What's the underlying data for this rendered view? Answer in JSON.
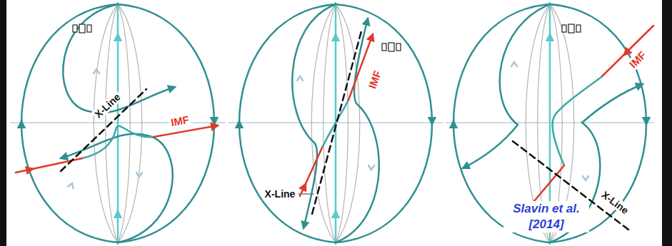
{
  "diagram": {
    "caption": "Slavin et al. [2014]",
    "labels": [
      "X-Line",
      "IMF",
      "IMF",
      "X-Line",
      "IMF",
      "X-Line"
    ]
  }
}
